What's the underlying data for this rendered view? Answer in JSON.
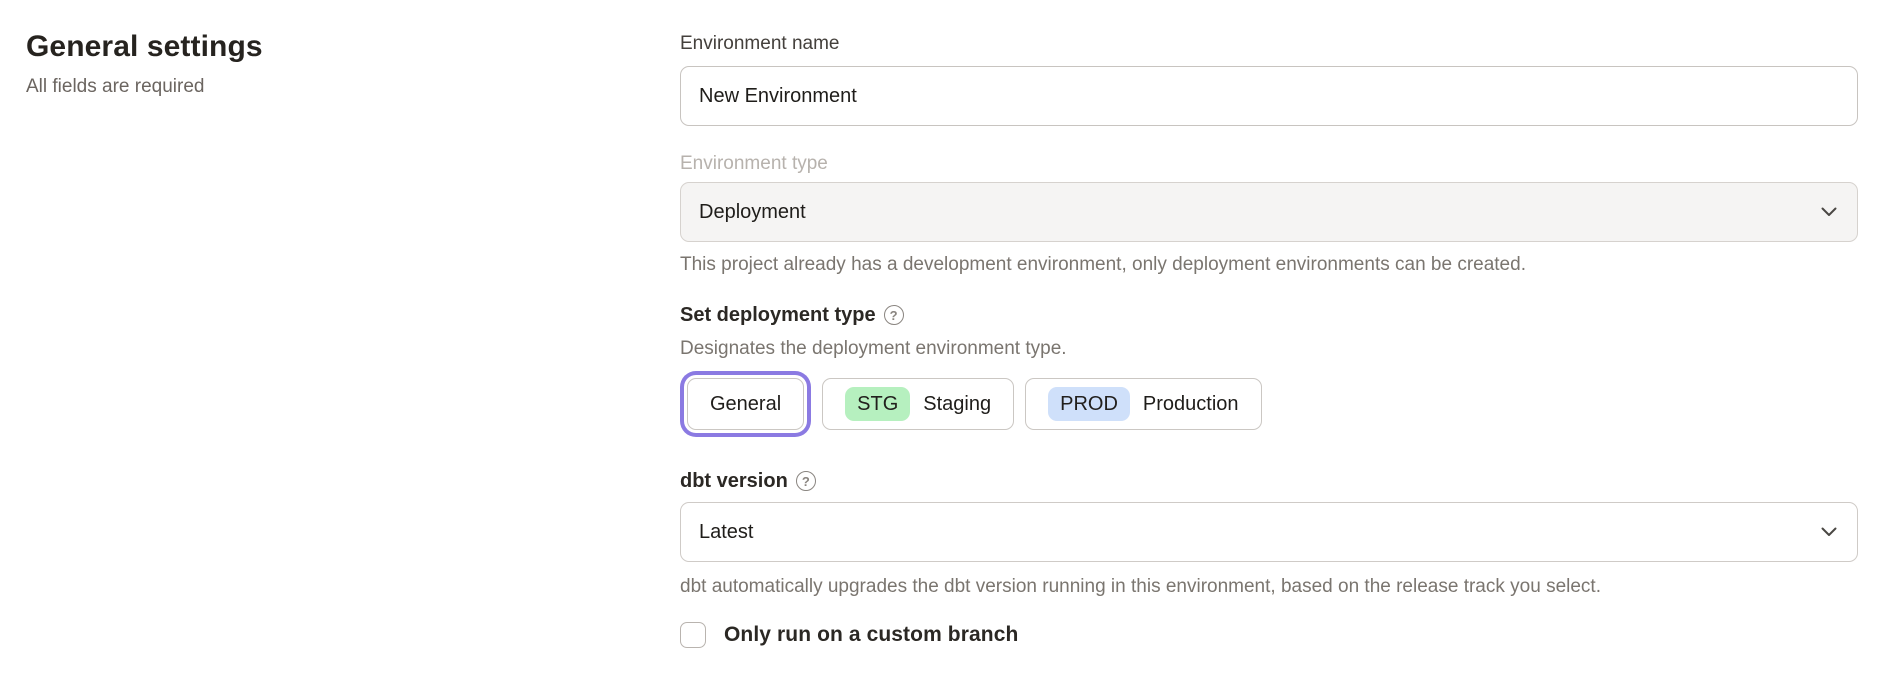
{
  "page": {
    "heading": "General settings",
    "subheading": "All fields are required"
  },
  "form": {
    "environment_name": {
      "label": "Environment name",
      "value": "New Environment"
    },
    "environment_type": {
      "label": "Environment type",
      "value": "Deployment",
      "disabled": true,
      "helper": "This project already has a development environment, only deployment environments can be created."
    },
    "deployment_type": {
      "heading": "Set deployment type",
      "description": "Designates the deployment environment type.",
      "options": [
        {
          "label": "General",
          "badge": "",
          "selected": true
        },
        {
          "label": "Staging",
          "badge": "STG",
          "selected": false
        },
        {
          "label": "Production",
          "badge": "PROD",
          "selected": false
        }
      ]
    },
    "dbt_version": {
      "heading": "dbt version",
      "value": "Latest",
      "helper": "dbt automatically upgrades the dbt version running in this environment, based on the release track you select."
    },
    "custom_branch": {
      "label": "Only run on a custom branch",
      "checked": false
    }
  },
  "icons": {
    "help_glyph": "?"
  },
  "colors": {
    "accent": "#8b7ae2",
    "badge_staging": "#b6f0bf",
    "badge_production": "#cfe0fa",
    "disabled_field_bg": "#f5f4f3"
  }
}
